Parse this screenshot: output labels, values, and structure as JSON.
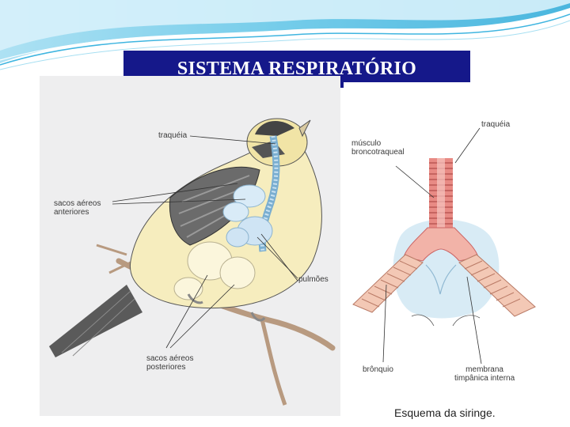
{
  "slide": {
    "title": "SISTEMA RESPIRATÓRIO",
    "colors": {
      "title_bg": "#15188a",
      "title_text": "#ffffff",
      "wave": "#5bc3e6"
    }
  },
  "bird_diagram": {
    "labels": {
      "trachea": "traquéia",
      "anterior_air_sacs": "sacos aéreos\nanteriores",
      "lungs": "pulmões",
      "posterior_air_sacs": "sacos aéreos\nposteriores"
    }
  },
  "syrinx_diagram": {
    "labels": {
      "trachea": "traquéia",
      "bronchotracheal_muscle": "músculo\nbroncotraqueal",
      "bronchus": "brônquio",
      "internal_tympanic_membrane": "membrana\ntimpânica interna"
    },
    "caption": "Esquema da siringe."
  }
}
